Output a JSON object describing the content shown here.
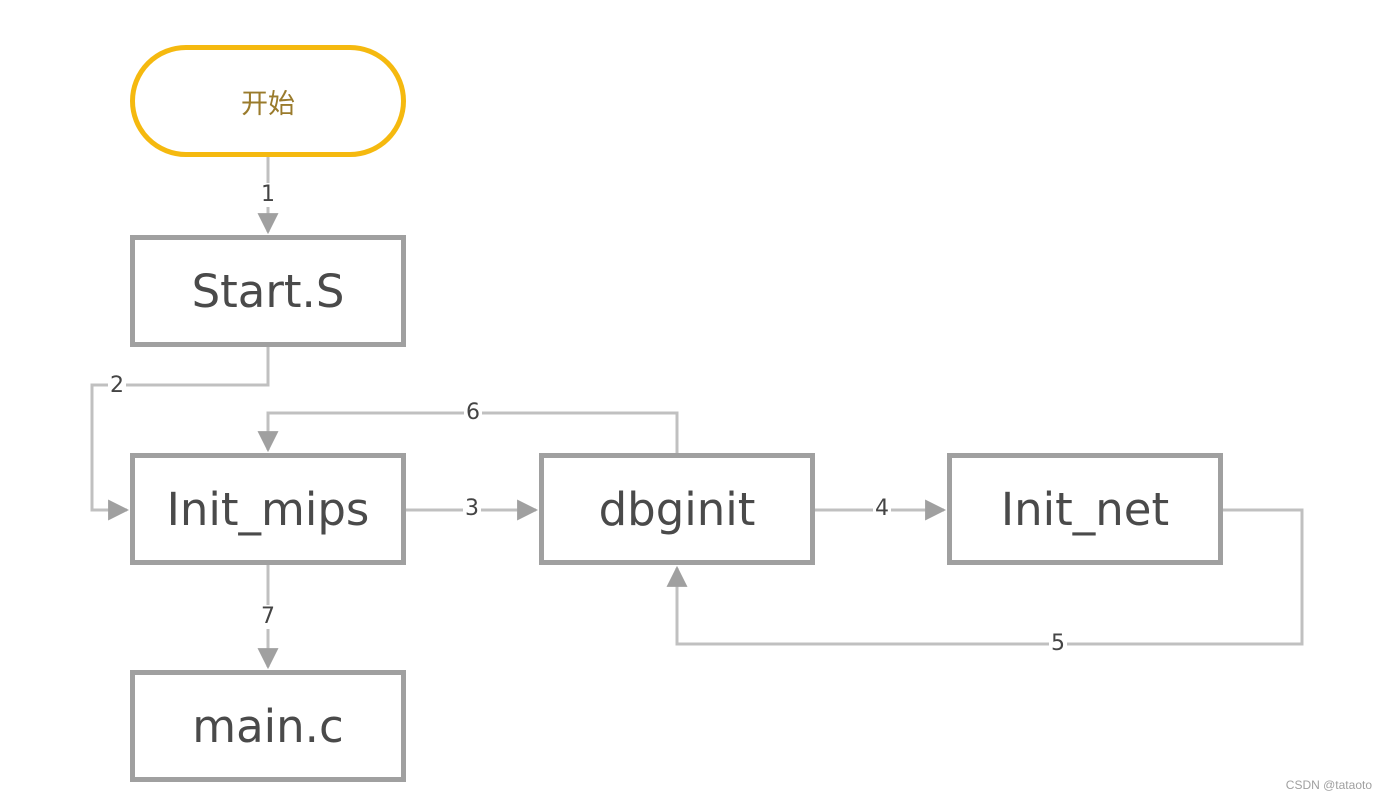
{
  "diagram": {
    "nodes": {
      "start": "开始",
      "start_s": "Start.S",
      "init_mips": "Init_mips",
      "dbginit": "dbginit",
      "init_net": "Init_net",
      "main_c": "main.c"
    },
    "edges": [
      {
        "label": "1",
        "from": "开始",
        "to": "Start.S"
      },
      {
        "label": "2",
        "from": "Start.S",
        "to": "Init_mips"
      },
      {
        "label": "3",
        "from": "Init_mips",
        "to": "dbginit"
      },
      {
        "label": "4",
        "from": "dbginit",
        "to": "Init_net"
      },
      {
        "label": "5",
        "from": "Init_net",
        "to": "dbginit"
      },
      {
        "label": "6",
        "from": "dbginit",
        "to": "Init_mips"
      },
      {
        "label": "7",
        "from": "Init_mips",
        "to": "main.c"
      }
    ]
  },
  "colors": {
    "start_border": "#f5b90f",
    "start_text": "#9a7b2c",
    "box_border": "#a0a0a0",
    "connector": "#c0c0c0",
    "arrowhead": "#a0a0a0"
  },
  "watermark": "CSDN @tataoto"
}
